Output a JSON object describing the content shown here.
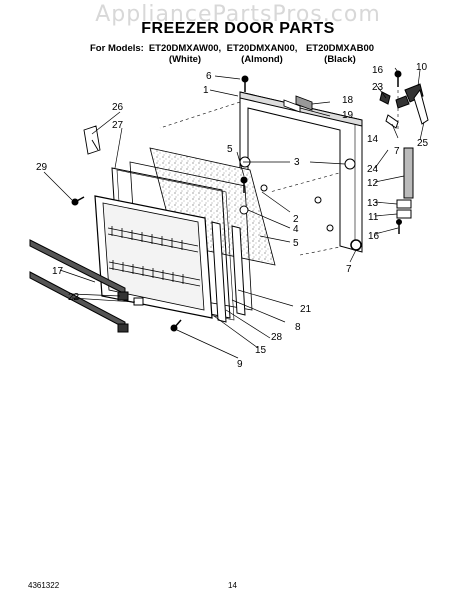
{
  "watermark": "AppliancePartsPros.com",
  "title": "FREEZER DOOR PARTS",
  "models_label": "For Models:",
  "models": [
    {
      "code": "ET20DMXAW00,",
      "color": "(White)"
    },
    {
      "code": "ET20DMXAN00,",
      "color": "(Almond)"
    },
    {
      "code": "ET20DMXAB00",
      "color": "(Black)"
    }
  ],
  "callouts": [
    "1",
    "2",
    "3",
    "4",
    "5",
    "5",
    "6",
    "7",
    "7",
    "8",
    "9",
    "10",
    "11",
    "12",
    "13",
    "14",
    "15",
    "16",
    "16",
    "17",
    "18",
    "19",
    "21",
    "22",
    "23",
    "24",
    "25",
    "26",
    "27",
    "28",
    "29"
  ],
  "footer": {
    "doc_number": "4361322",
    "page": "14"
  }
}
